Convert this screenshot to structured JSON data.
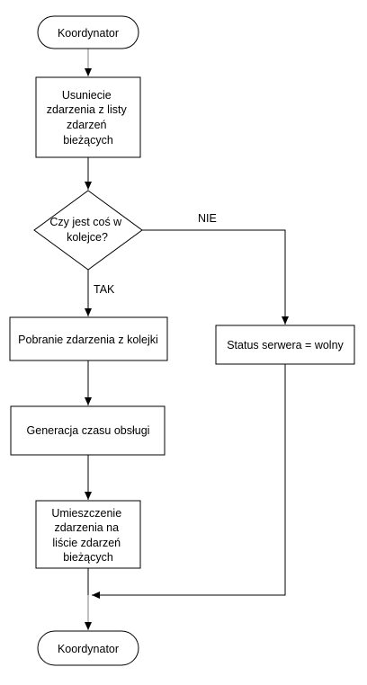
{
  "nodes": {
    "start": "Koordynator",
    "remove_event": [
      "Usuniecie",
      "zdarzenia z listy",
      "zdarzeń",
      "bieżących"
    ],
    "decision": [
      "Czy jest coś w",
      "kolejce?"
    ],
    "fetch_event": "Pobranie zdarzenia z kolejki",
    "server_status": "Status serwera = wolny",
    "service_time": "Generacja czasu obsługi",
    "place_event": [
      "Umieszczenie",
      "zdarzenia na",
      "liście zdarzeń",
      "bieżących"
    ],
    "end": "Koordynator"
  },
  "edges": {
    "no_label": "NIE",
    "yes_label": "TAK"
  },
  "colors": {
    "stroke": "#000000",
    "gray_line": "#808080",
    "fill": "#ffffff"
  }
}
